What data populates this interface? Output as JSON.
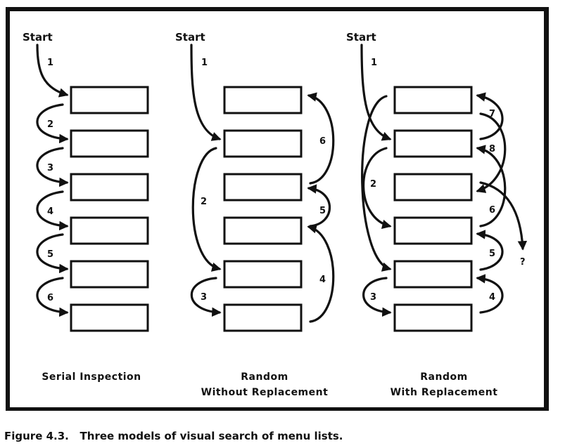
{
  "figure": {
    "caption_number": "Figure 4.3.",
    "caption_text": "Three models of visual search of menu lists."
  },
  "panels": [
    {
      "id": "serial",
      "start_label": "Start",
      "title_lines": [
        "Serial Inspection"
      ],
      "item_count": 6,
      "steps": [
        "1",
        "2",
        "3",
        "4",
        "5",
        "6"
      ]
    },
    {
      "id": "random-without",
      "start_label": "Start",
      "title_lines": [
        "Random",
        "Without Replacement"
      ],
      "item_count": 6,
      "steps": [
        "1",
        "2",
        "3",
        "4",
        "5",
        "6"
      ]
    },
    {
      "id": "random-with",
      "start_label": "Start",
      "title_lines": [
        "Random",
        "With Replacement"
      ],
      "item_count": 6,
      "steps": [
        "1",
        "2",
        "3",
        "4",
        "5",
        "6",
        "7",
        "8",
        "?"
      ]
    }
  ]
}
